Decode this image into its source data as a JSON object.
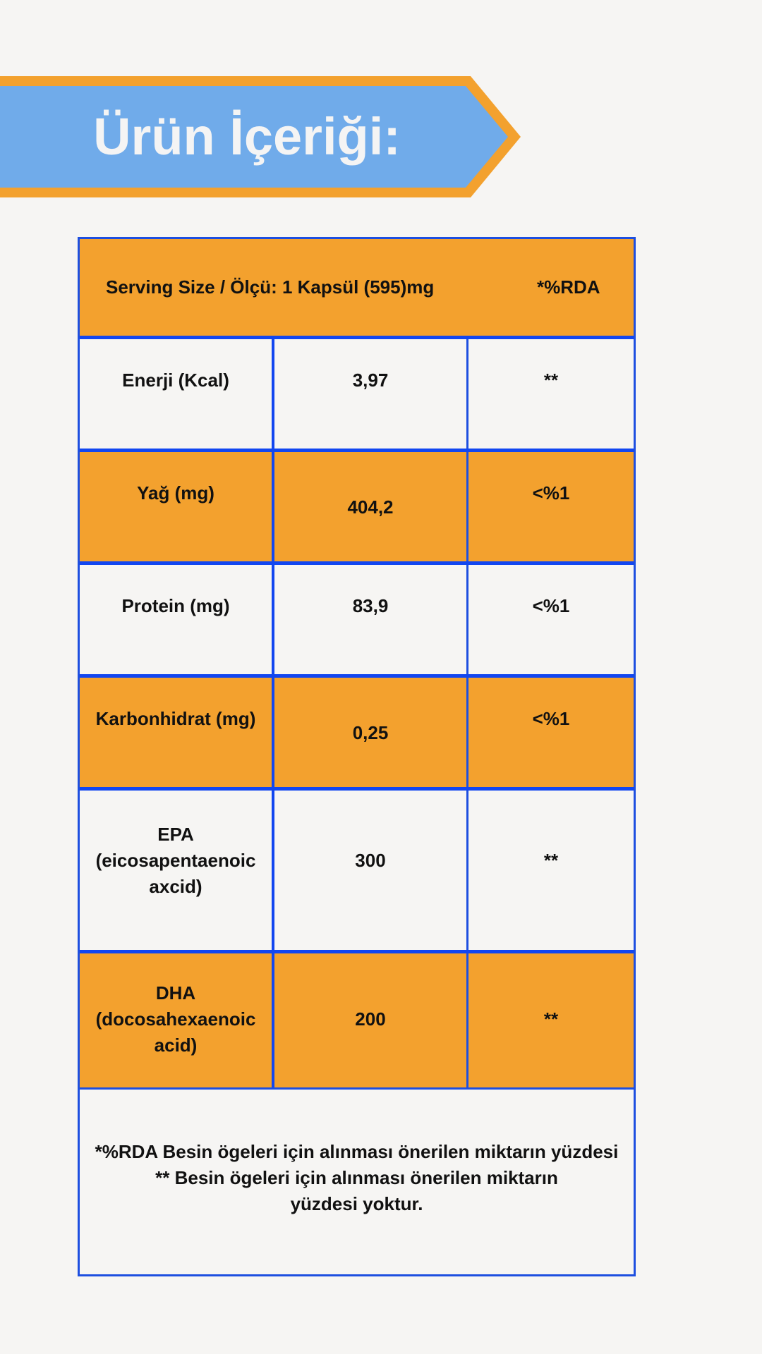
{
  "banner": {
    "title": "Ürün İçeriği:",
    "colors": {
      "fill": "#70abea",
      "border": "#f3a12e",
      "text": "#f4f4f4"
    }
  },
  "table": {
    "header": {
      "serving": "Serving Size / Ölçü: 1 Kapsül (595)mg",
      "rda": "*%RDA"
    },
    "rows": [
      {
        "name": "Enerji (Kcal)",
        "value": "3,97",
        "rda": "**"
      },
      {
        "name": "Yağ (mg)",
        "value": "404,2",
        "rda": "<%1"
      },
      {
        "name": "Protein (mg)",
        "value": "83,9",
        "rda": "<%1"
      },
      {
        "name": "Karbonhidrat (mg)",
        "value": "0,25",
        "rda": "<%1"
      },
      {
        "name_lines": [
          "EPA",
          "(eicosapentaenoic",
          "axcid)"
        ],
        "value": "300",
        "rda": "**"
      },
      {
        "name_lines": [
          "DHA",
          "(docosahexaenoic",
          "acid)"
        ],
        "value": "200",
        "rda": "**"
      }
    ],
    "footer": {
      "line1": "*%RDA Besin ögeleri için alınması  önerilen miktarın yüzdesi",
      "line2": "** Besin ögeleri için alınması önerilen miktarın",
      "line3": "yüzdesi yoktur."
    },
    "colors": {
      "orange": "#f3a12e",
      "border": "#1246f0",
      "background": "#f6f5f3"
    }
  }
}
